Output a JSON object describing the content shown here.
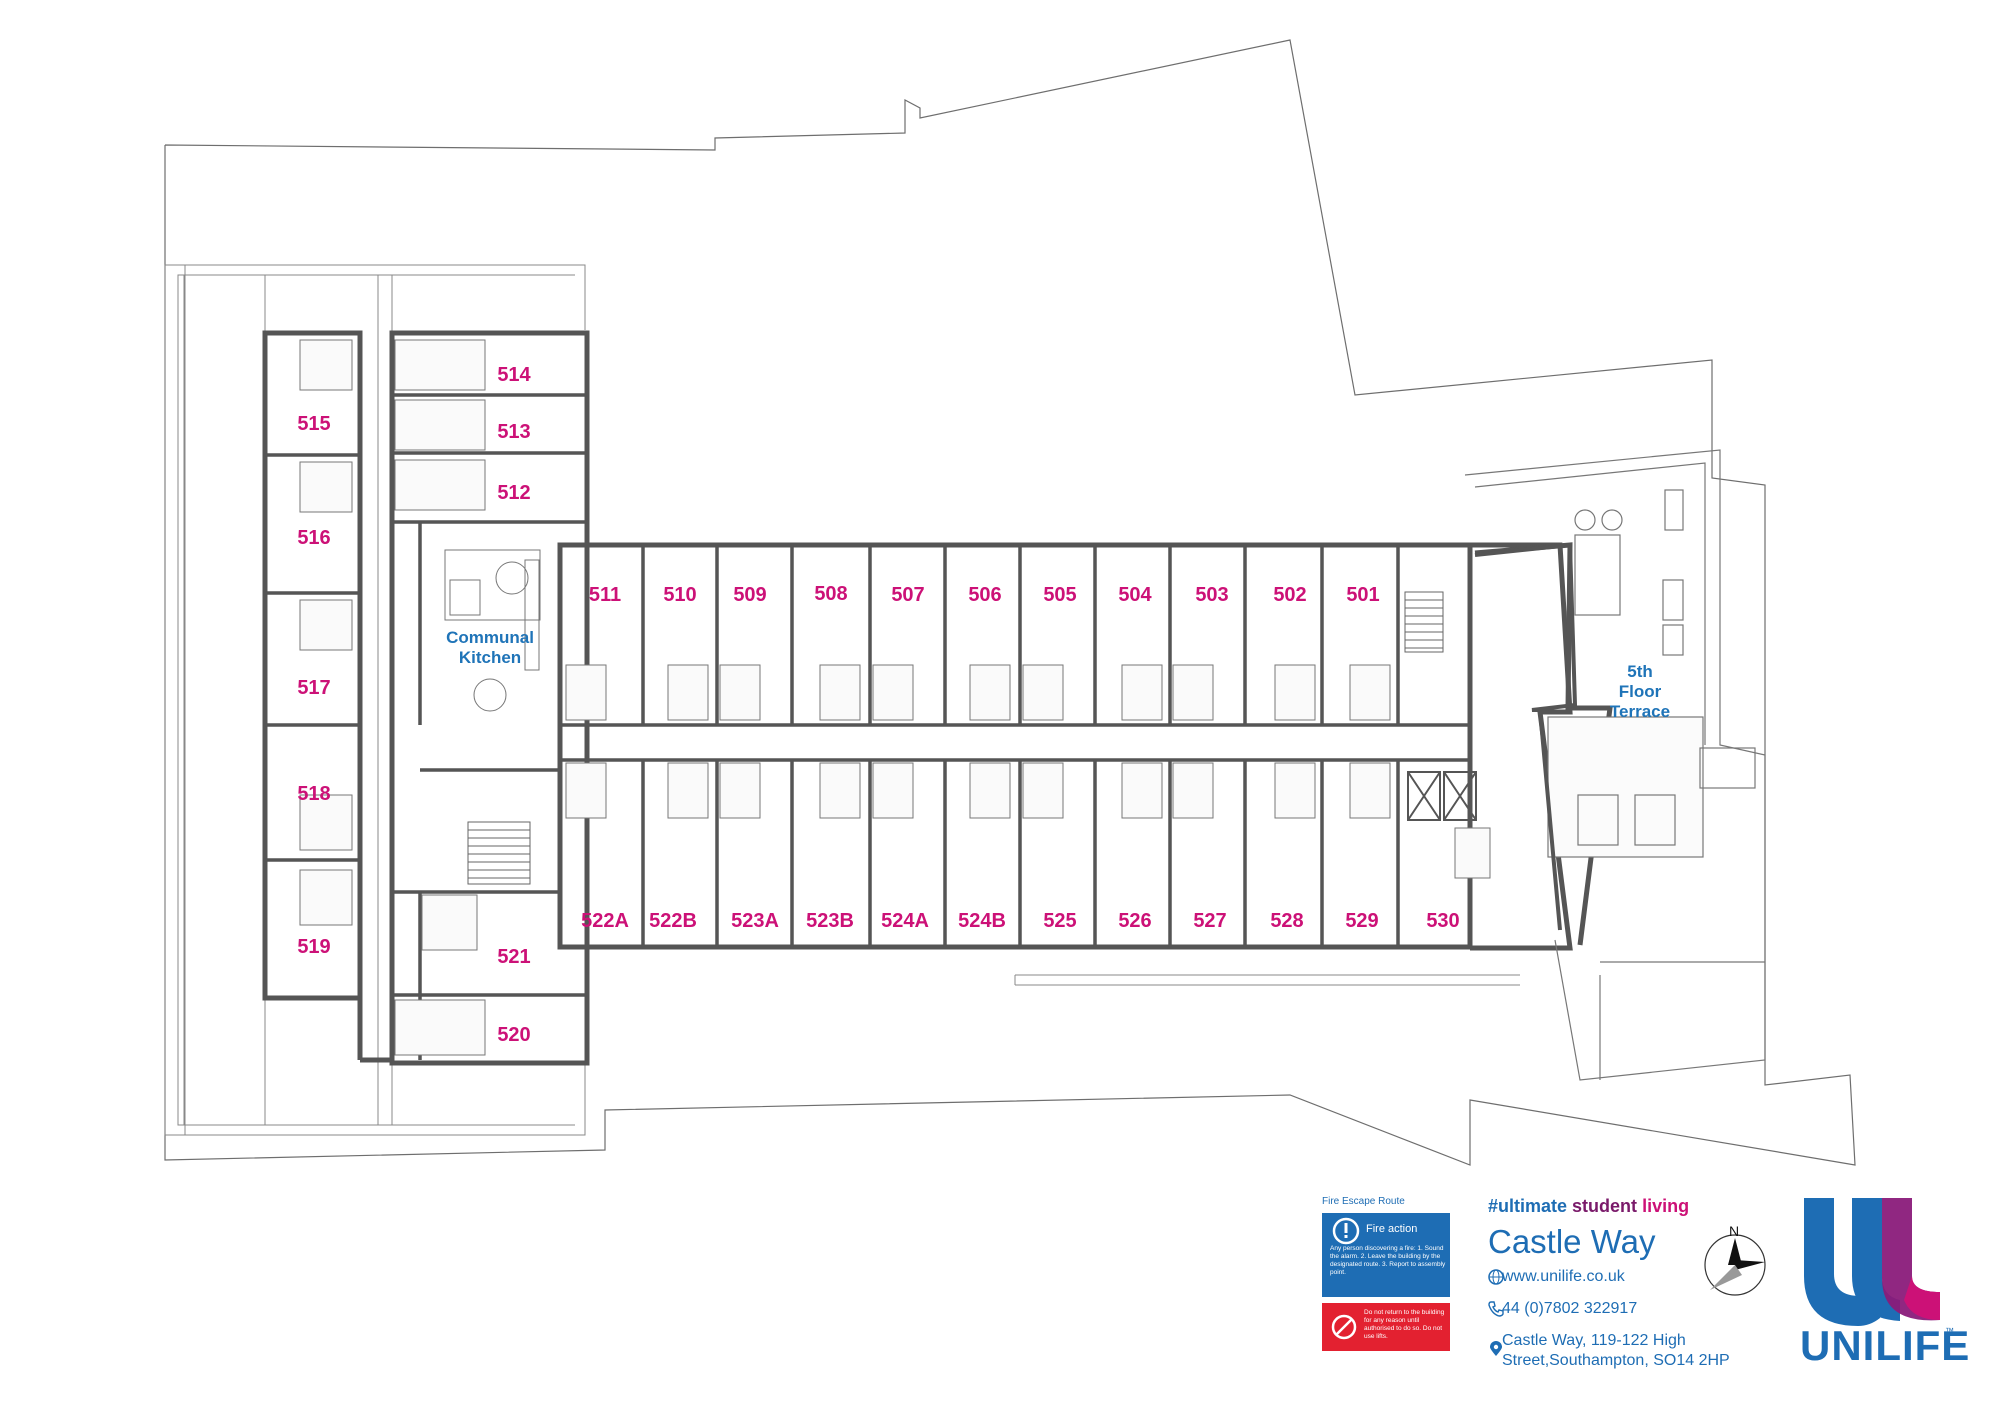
{
  "rooms": {
    "r514": "514",
    "r513": "513",
    "r512": "512",
    "r515": "515",
    "r516": "516",
    "r517": "517",
    "r518": "518",
    "r519": "519",
    "r521": "521",
    "r520": "520",
    "r511": "511",
    "r510": "510",
    "r509": "509",
    "r508": "508",
    "r507": "507",
    "r506": "506",
    "r505": "505",
    "r504": "504",
    "r503": "503",
    "r502": "502",
    "r501": "501",
    "r522A": "522A",
    "r522B": "522B",
    "r523A": "523A",
    "r523B": "523B",
    "r524A": "524A",
    "r524B": "524B",
    "r525": "525",
    "r526": "526",
    "r527": "527",
    "r528": "528",
    "r529": "529",
    "r530": "530"
  },
  "areas": {
    "kitchen_line1": "Communal",
    "kitchen_line2": "Kitchen",
    "terrace_line1": "5th",
    "terrace_line2": "Floor",
    "terrace_line3": "Terrace"
  },
  "fire": {
    "title": "Fire Escape Route",
    "action": "Fire action",
    "steps": "Any person discovering a fire: 1. Sound the alarm. 2. Leave the building by the designated route. 3. Report to assembly point.",
    "warning": "Do not return to the building for any reason until authorised to do so. Do not use lifts."
  },
  "info": {
    "tag_part1": "#ultimate",
    "tag_part2": "student",
    "tag_part3": "living",
    "building": "Castle Way",
    "website": "www.unilife.co.uk",
    "phone": "44 (0)7802 322917",
    "address_line1": "Castle Way, 119-122 High",
    "address_line2": "Street,Southampton, SO14 2HP"
  },
  "compass": {
    "north": "N"
  },
  "logo": {
    "text": "UNILIFE",
    "tm": "™"
  },
  "colors": {
    "room_label": "#cc1177",
    "area_label": "#1f74b8",
    "brand_blue": "#1e6db4",
    "brand_magenta": "#cc1177",
    "wall": "#555555"
  }
}
